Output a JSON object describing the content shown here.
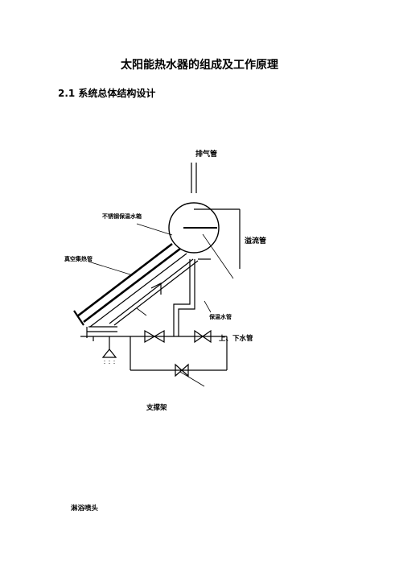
{
  "document": {
    "title": "太阳能热水器的组成及工作原理",
    "section_heading": "2.1  系统总体结构设计"
  },
  "diagram": {
    "labels": {
      "exhaust_pipe": "排气管",
      "storage_tank": "不锈钢保温水箱",
      "overflow_pipe": "溢流管",
      "vacuum_tube": "真空集热管",
      "insulated_pipe": "保温水管",
      "inlet_outlet_pipe": "上、下水管",
      "support_frame": "支撑架",
      "shower_head": "淋浴喷头"
    }
  }
}
